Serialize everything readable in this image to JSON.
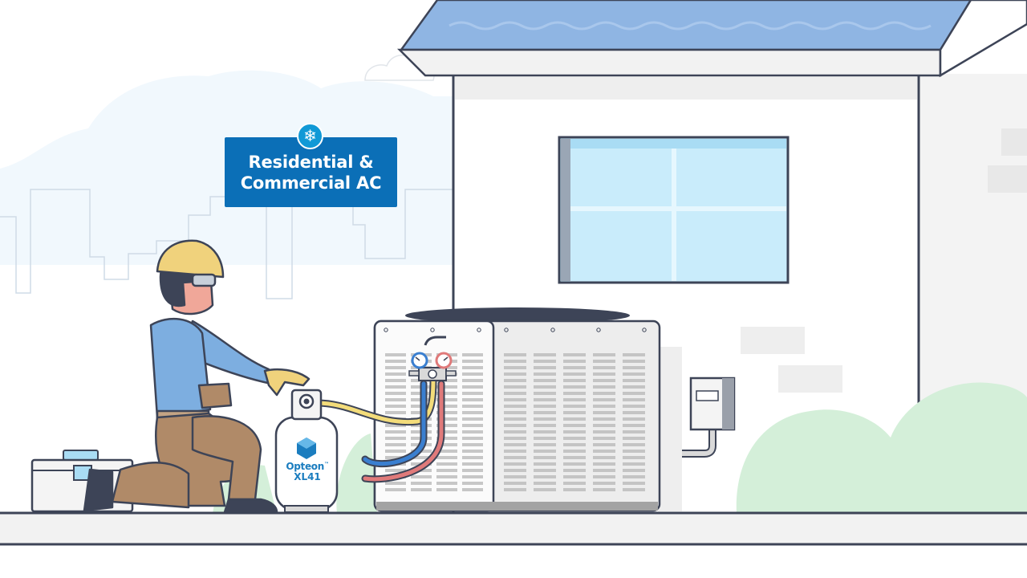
{
  "badge": {
    "line1": "Residential &",
    "line2": "Commercial AC",
    "icon": "snowflake-icon"
  },
  "refrigerant_tank": {
    "brand": "Opteon",
    "trademark": "™",
    "model": "XL41",
    "logo_icon": "opteon-cube-logo"
  },
  "colors": {
    "badge_blue": "#0b6fb7",
    "badge_icon": "#1199d6",
    "solar_panel": "#8fb5e3",
    "window_glass": "#c9ecfb",
    "bush_green": "#d4efd9",
    "skyline_blue": "#f1f8fd",
    "outline": "#3d4457",
    "hose_blue": "#3a7fd0",
    "hose_red": "#e07a7a",
    "hose_yellow": "#f3dc7a"
  }
}
